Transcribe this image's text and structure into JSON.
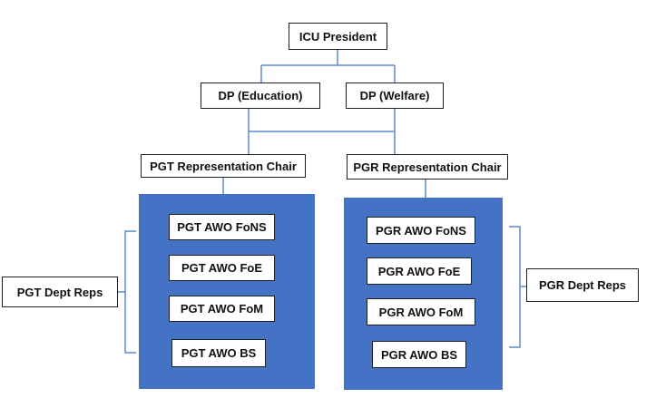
{
  "org_chart": {
    "top": {
      "label": "ICU President"
    },
    "deputies": [
      {
        "label": "DP (Education)"
      },
      {
        "label": "DP (Welfare)"
      }
    ],
    "chairs": [
      {
        "label": "PGT Representation Chair"
      },
      {
        "label": "PGR Representation Chair"
      }
    ],
    "groups": [
      {
        "reps_label": "PGT Dept Reps",
        "members": [
          "PGT AWO FoNS",
          "PGT AWO FoE",
          "PGT AWO FoM",
          "PGT AWO BS"
        ]
      },
      {
        "reps_label": "PGR Dept Reps",
        "members": [
          "PGR AWO FoNS",
          "PGR AWO FoE",
          "PGR AWO FoM",
          "PGR AWO BS"
        ]
      }
    ]
  },
  "colors": {
    "panel_fill": "#4472c4",
    "connector": "#5b8bd0",
    "box_border": "#1f1f1f"
  }
}
